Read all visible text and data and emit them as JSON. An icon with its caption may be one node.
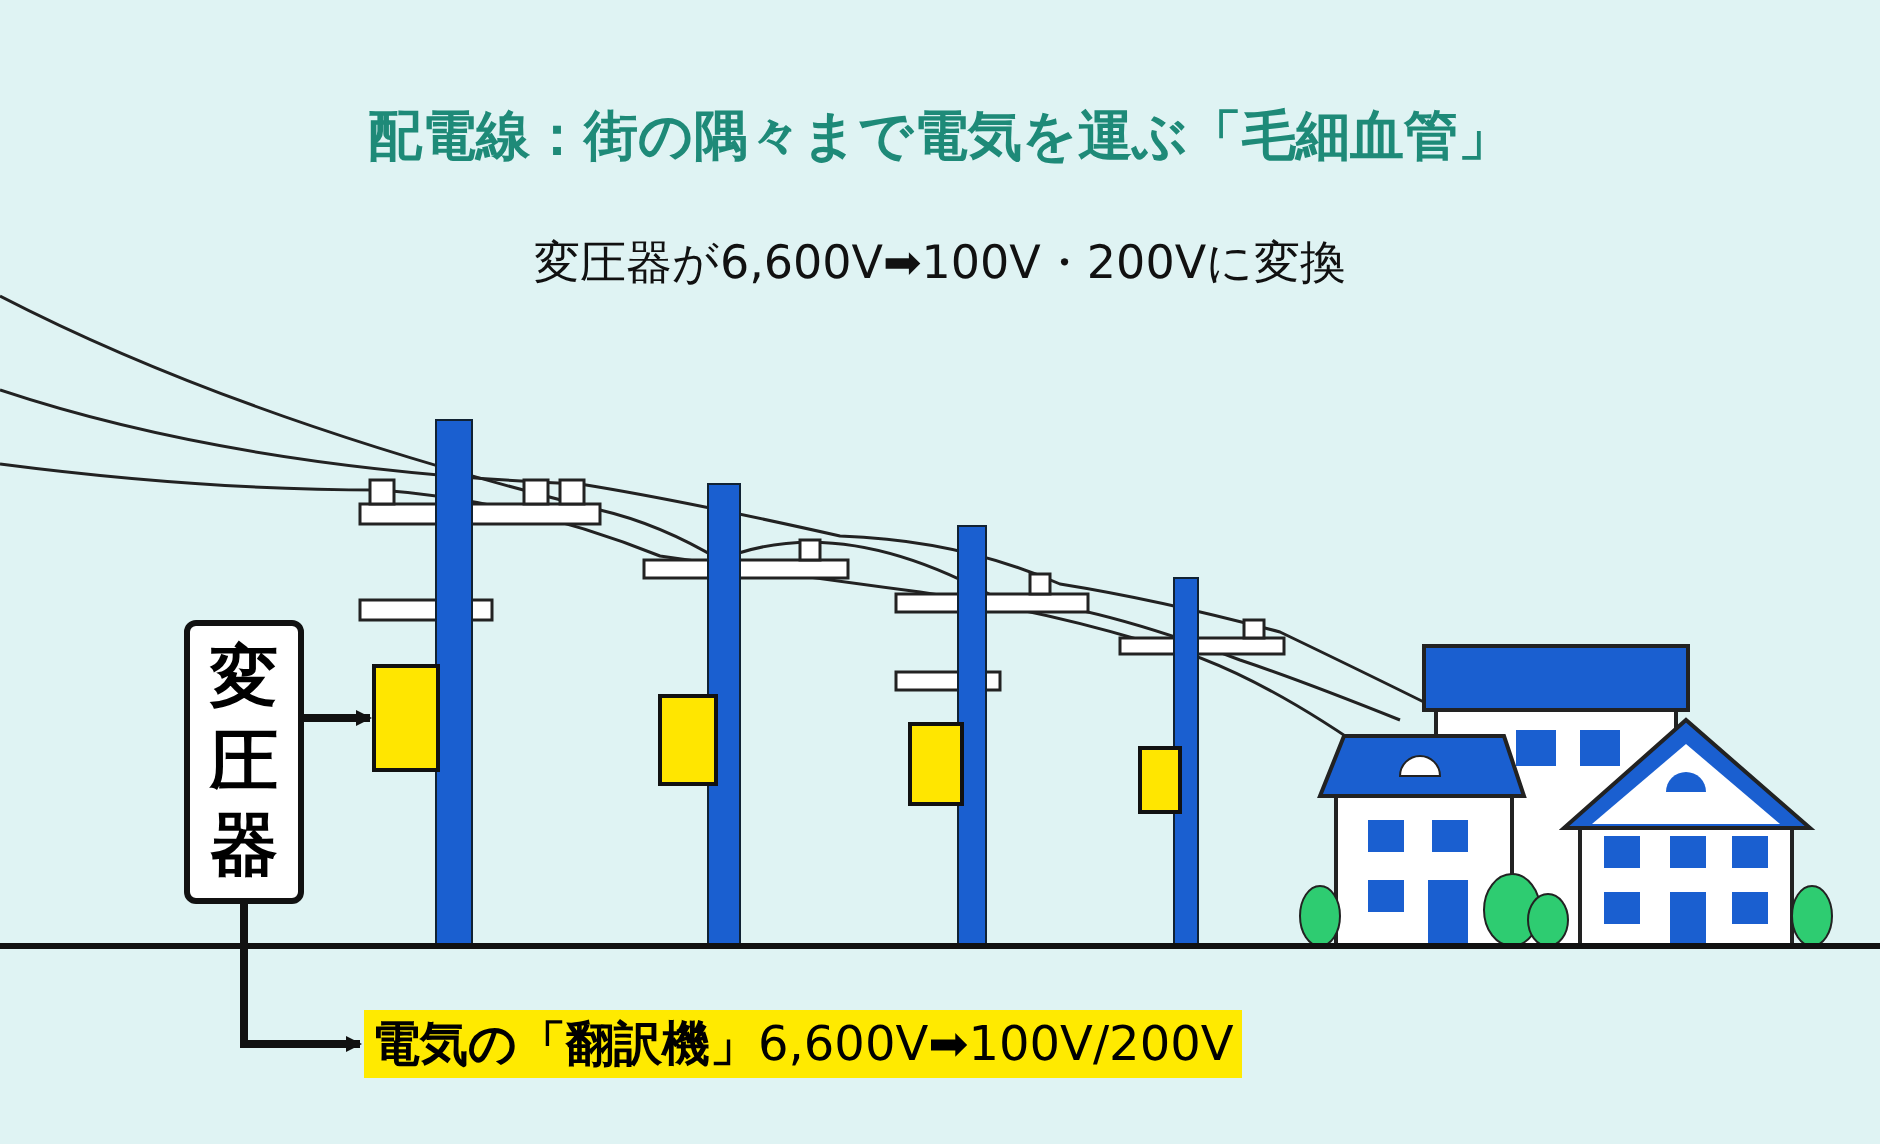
{
  "diagram": {
    "title": "配電線：街の隅々まで電気を運ぶ「毛細血管」",
    "nodes": [
      {
        "text": [
          "変圧器"
        ]
      },
      {
        "text": [],
        "shape": "box"
      },
      {
        "text": [],
        "shape": "box"
      },
      {
        "text": [],
        "shape": "box"
      },
      {
        "text": [],
        "shape": "box"
      },
      {
        "text": [
          "**電気の「翻訳機」**6,600V➡100V/200V"
        ]
      }
    ],
    "edges": [
      {
        "from": 0,
        "to": 1,
        "arrow": "to"
      },
      {
        "from": 0,
        "to": 5,
        "arrow": "to"
      }
    ],
    "labels": [
      "変圧器が6,600V➡100V・200Vに変換"
    ]
  }
}
